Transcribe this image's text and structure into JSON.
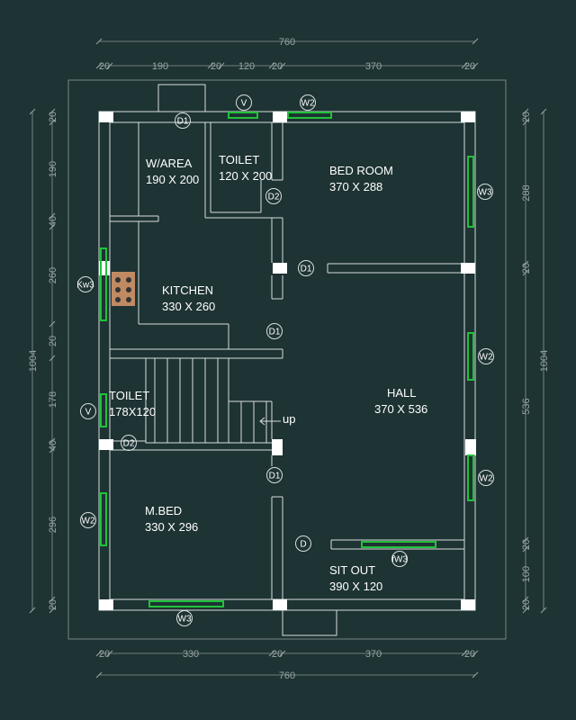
{
  "rooms": {
    "warea": {
      "name": "W/AREA",
      "size": "190 X 200"
    },
    "toilet_top": {
      "name": "TOILET",
      "size": "120 X 200"
    },
    "bedroom": {
      "name": "BED ROOM",
      "size": "370 X 288"
    },
    "kitchen": {
      "name": "KITCHEN",
      "size": "330 X 260"
    },
    "toilet_left": {
      "name": "TOILET",
      "size": "178X120"
    },
    "hall": {
      "name": "HALL",
      "size": "370 X 536"
    },
    "mbed": {
      "name": "M.BED",
      "size": "330 X 296"
    },
    "sitout": {
      "name": "SIT OUT",
      "size": "390 X 120"
    }
  },
  "stairs_label": "up",
  "tags": {
    "d1": "D1",
    "d2": "D2",
    "d": "D",
    "v": "V",
    "w2": "W2",
    "w3": "W3",
    "kw3": "Kw3",
    "fw3": "fW3"
  },
  "dimensions": {
    "top_total": "760",
    "top_segments": [
      "20",
      "190",
      "20",
      "120",
      "20",
      "370",
      "20"
    ],
    "bottom_total": "760",
    "bottom_segments": [
      "20",
      "330",
      "20",
      "370",
      "20"
    ],
    "left_total": "1004",
    "left_segments": [
      "20",
      "190",
      "40",
      "260",
      "20",
      "178",
      "40",
      "296",
      "20"
    ],
    "right_total": "1004",
    "right_segments": [
      "20",
      "288",
      "20",
      "536",
      "20",
      "100",
      "20"
    ]
  },
  "colors": {
    "background": "#1e3333",
    "wall": "#d8dede",
    "window": "#21c23a",
    "dimension": "#9aa6a6"
  }
}
